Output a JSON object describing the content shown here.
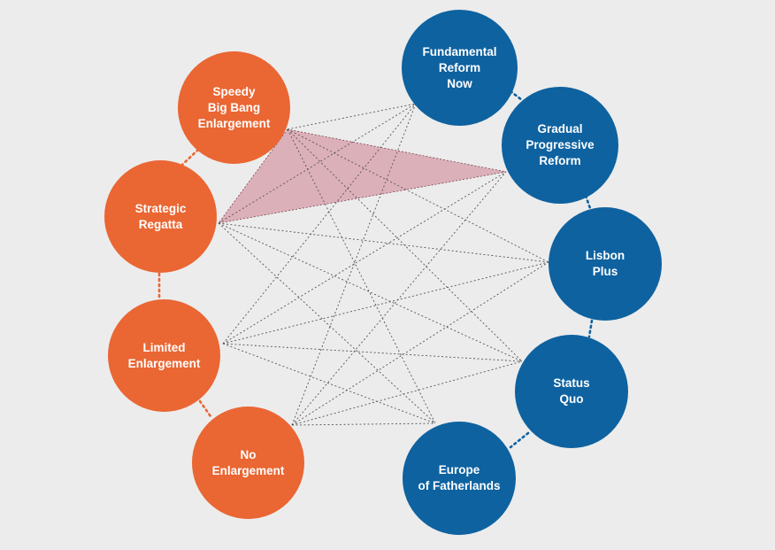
{
  "colors": {
    "background": "#ececec",
    "enlargement": "#ea6633",
    "reform": "#0e62a0",
    "highlight": "#d9a6b0",
    "connector": "#555555"
  },
  "enlargement_scenarios": [
    {
      "id": "speedy",
      "label": "Speedy\nBig Bang\nEnlargement"
    },
    {
      "id": "strategic",
      "label": "Strategic\nRegatta"
    },
    {
      "id": "limited",
      "label": "Limited\nEnlargement"
    },
    {
      "id": "noenl",
      "label": "No\nEnlargement"
    }
  ],
  "reform_scenarios": [
    {
      "id": "fundamental",
      "label": "Fundamental\nReform\nNow"
    },
    {
      "id": "gradual",
      "label": "Gradual\nProgressive\nReform"
    },
    {
      "id": "lisbon",
      "label": "Lisbon\nPlus"
    },
    {
      "id": "statusquo",
      "label": "Status\nQuo"
    },
    {
      "id": "europe",
      "label": "Europe\nof Fatherlands"
    }
  ],
  "highlighted_combination": [
    "speedy",
    "strategic",
    "gradual"
  ]
}
